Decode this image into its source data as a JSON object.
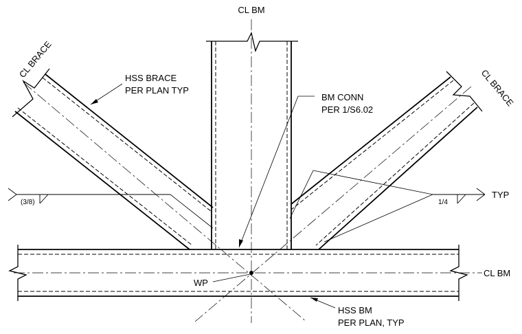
{
  "labels": {
    "cl_bm_top": "CL BM",
    "cl_brace_left": "CL BRACE",
    "cl_brace_right": "CL BRACE",
    "hss_brace_line1": "HSS BRACE",
    "hss_brace_line2": "PER PLAN TYP",
    "bm_conn_line1": "BM CONN",
    "bm_conn_line2": "PER 1/S6.02",
    "weld_size_left": "(3/8)",
    "weld_size_right": "1/4",
    "typ": "TYP",
    "cl_bm_right": "CL BM",
    "wp": "WP",
    "hss_bm_line1": "HSS BM",
    "hss_bm_line2": "PER PLAN, TYP"
  }
}
